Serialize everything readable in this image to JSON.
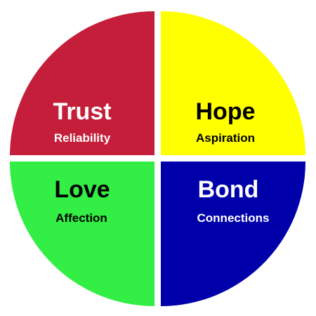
{
  "quadrants": [
    {
      "title": "Trust",
      "subtitle": "Reliability",
      "color": "#c41e3a",
      "text_color": "#ffffff"
    },
    {
      "title": "Hope",
      "subtitle": "Aspiration",
      "color": "#ffff00",
      "text_color": "#000000"
    },
    {
      "title": "Love",
      "subtitle": "Affection",
      "color": "#33ee44",
      "text_color": "#000000"
    },
    {
      "title": "Bond",
      "subtitle": "Connections",
      "color": "#0000aa",
      "text_color": "#ffffff"
    }
  ]
}
